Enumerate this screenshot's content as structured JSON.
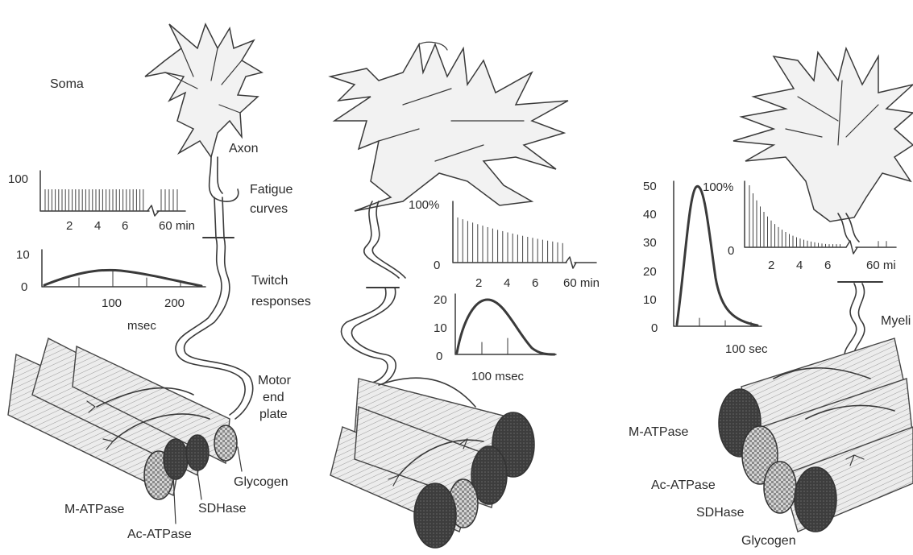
{
  "panels": [
    {
      "labels": {
        "soma": "Soma",
        "axon": "Axon",
        "fatigue": [
          "Fatigue",
          "curves"
        ],
        "twitch": [
          "Twitch",
          "responses"
        ],
        "motor": [
          "Motor",
          "end",
          "plate"
        ],
        "glycogen": "Glycogen",
        "m_atpase": "M-ATPase",
        "ac_atpase": "Ac-ATPase",
        "sdhase": "SDHase"
      },
      "fatigue_axis": {
        "y": [
          "100"
        ],
        "x": [
          "2",
          "4",
          "6",
          "60 min"
        ]
      },
      "twitch_axis": {
        "y": [
          "10",
          "0"
        ],
        "x": [
          "100",
          "200"
        ],
        "unit": "msec"
      }
    },
    {
      "fatigue_axis": {
        "y": [
          "100%",
          "0"
        ],
        "x": [
          "2",
          "4",
          "6",
          "60 min"
        ]
      },
      "twitch_axis": {
        "y": [
          "20",
          "10",
          "0"
        ],
        "x": [
          "100 msec"
        ]
      }
    },
    {
      "labels": {
        "myelin": "Myeli",
        "m_atpase": "M-ATPase",
        "ac_atpase": "Ac-ATPase",
        "sdhase": "SDHase",
        "glycogen": "Glycogen"
      },
      "fatigue_axis": {
        "y": [
          "100%",
          "0"
        ],
        "x": [
          "2",
          "4",
          "6",
          "60 mi"
        ]
      },
      "twitch_axis": {
        "y": [
          "50",
          "40",
          "30",
          "20",
          "10",
          "0"
        ],
        "x": [
          "100 sec"
        ]
      }
    }
  ]
}
